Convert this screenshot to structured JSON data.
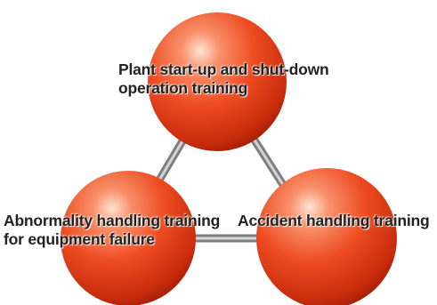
{
  "colors": {
    "sphere_light": "#ffd7c2",
    "sphere_mid": "#f05a28",
    "sphere_dark": "#b81e06",
    "connector": "#9a9a9a",
    "text": "#222222"
  },
  "nodes": {
    "top": {
      "line1": "Plant start-up and shut-down",
      "line2": "operation training"
    },
    "left": {
      "line1": "Abnormality handling training",
      "line2": "for equipment failure"
    },
    "right": {
      "line1": "Accident handling training"
    }
  }
}
